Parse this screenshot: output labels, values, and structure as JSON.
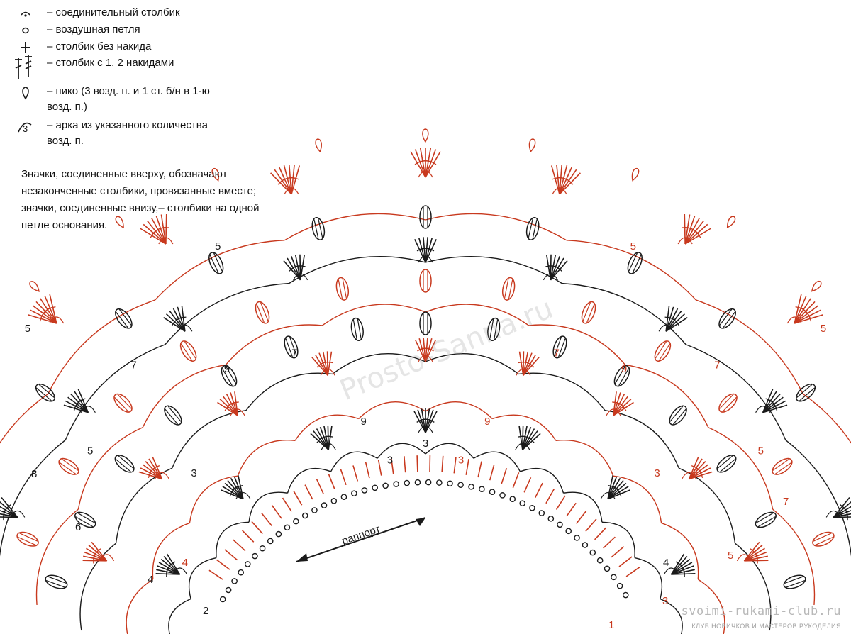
{
  "legend": [
    {
      "icon": "slip-stitch-icon",
      "text": "– соединительный столбик"
    },
    {
      "icon": "chain-icon",
      "text": "– воздушная петля"
    },
    {
      "icon": "single-crochet-icon",
      "text": "– столбик без накида"
    },
    {
      "icon": "double-treble-crochet-icon",
      "text": "– столбик с 1, 2 накидами"
    },
    {
      "icon": "picot-icon",
      "text": "– пико (3 возд. п. и 1 ст. б/н в 1-ю возд. п.)"
    },
    {
      "icon": "chain-arch-icon",
      "text": "– арка из указанного количества возд. п.",
      "arch_number": "3"
    }
  ],
  "note": [
    "Значки, соединенные вверху, обозначают",
    "незаконченные столбики, провязанные вместе;",
    "значки, соединенные внизу,– столбики на одной",
    "петле основания."
  ],
  "diagram": {
    "repeat_label": "раппорт",
    "row_numbers_left": [
      "8",
      "6",
      "4",
      "2"
    ],
    "row_numbers_right": [
      "1",
      "3",
      "5",
      "7"
    ],
    "arch_numbers": [
      "9",
      "9",
      "7",
      "7",
      "5",
      "5",
      "5",
      "5",
      "3",
      "3",
      "9",
      "9",
      "7",
      "7",
      "5",
      "5",
      "3",
      "3",
      "3",
      "4",
      "4"
    ]
  },
  "watermark": "Prosto-Sanna.ru",
  "site": "svoimi-rukami-club.ru",
  "club": "КЛУБ НОВИЧКОВ И МАСТЕРОВ РУКОДЕЛИЯ",
  "colors": {
    "black": "#1a1a1a",
    "red": "#c8391e",
    "background": "#ffffff"
  }
}
